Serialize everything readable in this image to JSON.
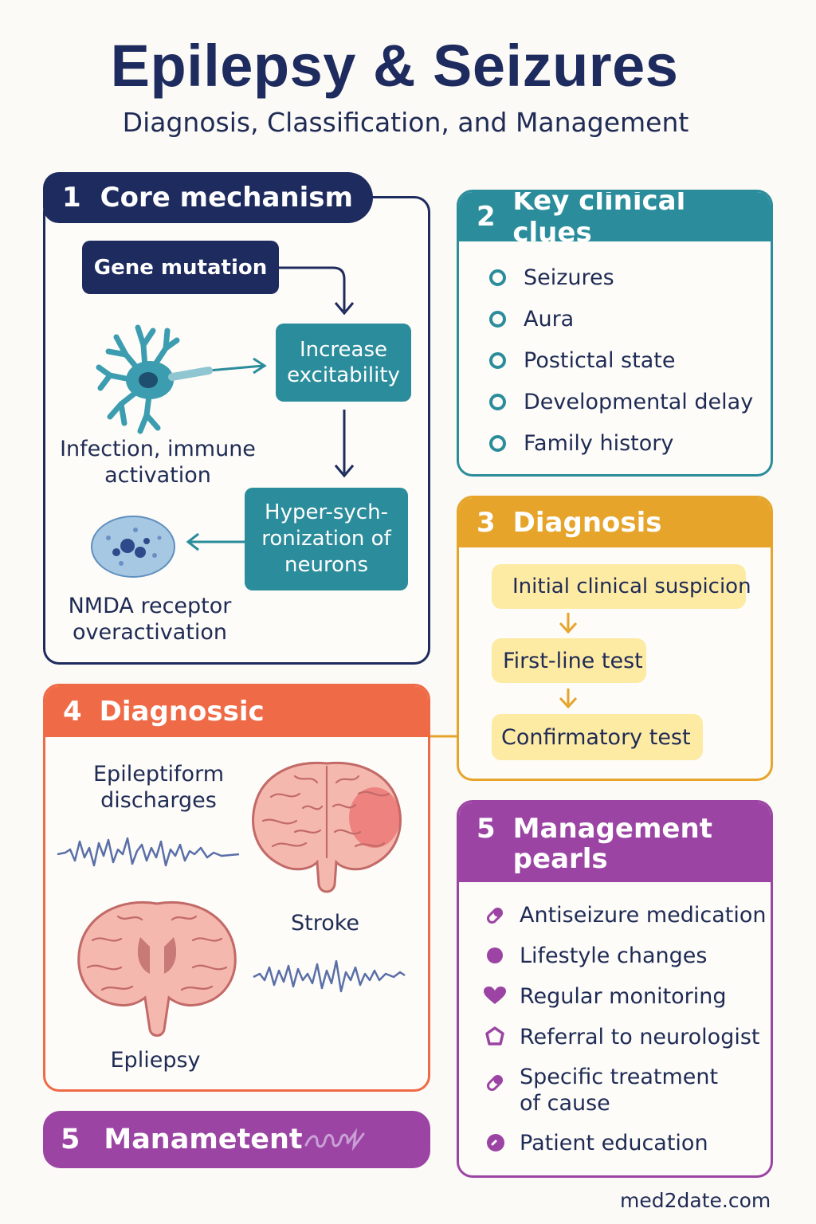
{
  "header": {
    "title": "Epilepsy & Seizures",
    "subtitle": "Diagnosis, Classification, and Management"
  },
  "panels": {
    "core": {
      "number": "1",
      "title": "Core mechanism",
      "color": "#1e2b5e",
      "gene": "Gene mutation",
      "excitability": "Increase excitability",
      "infection": "Infection, immune activation",
      "hypersync": "Hyper-sych-ronization of neurons",
      "nmda": "NMDA receptor overactivation"
    },
    "clues": {
      "number": "2",
      "title": "Key clinical clues",
      "color": "#2b8c9b",
      "items": [
        "Seizures",
        "Aura",
        "Postictal state",
        "Developmental delay",
        "Family history"
      ]
    },
    "diagnosis": {
      "number": "3",
      "title": "Diagnosis",
      "color": "#e6a42a",
      "steps": [
        "Initial clinical suspicion",
        "First-line test",
        "Confirmatory test"
      ]
    },
    "diagnossic": {
      "number": "4",
      "title": "Diagnossic",
      "color": "#ef6a46",
      "eeg_label": "Epileptiform discharges",
      "stroke_label": "Stroke",
      "epilepsy_label": "Epliepsy"
    },
    "management": {
      "number": "5",
      "title": "Management pearls",
      "color": "#9b44a3",
      "items": [
        {
          "icon": "pill-icon",
          "text": "Antiseizure medication"
        },
        {
          "icon": "circle-icon",
          "text": "Lifestyle changes"
        },
        {
          "icon": "heart-icon",
          "text": "Regular monitoring"
        },
        {
          "icon": "pentagon-icon",
          "text": "Referral to neurologist"
        },
        {
          "icon": "pill-icon",
          "text": "Specific treatment of cause"
        },
        {
          "icon": "check-circle-icon",
          "text": "Patient education"
        }
      ]
    },
    "bottom_bar": {
      "number": "5",
      "title": "Manametent"
    }
  },
  "footer": {
    "site": "med2date.com"
  }
}
